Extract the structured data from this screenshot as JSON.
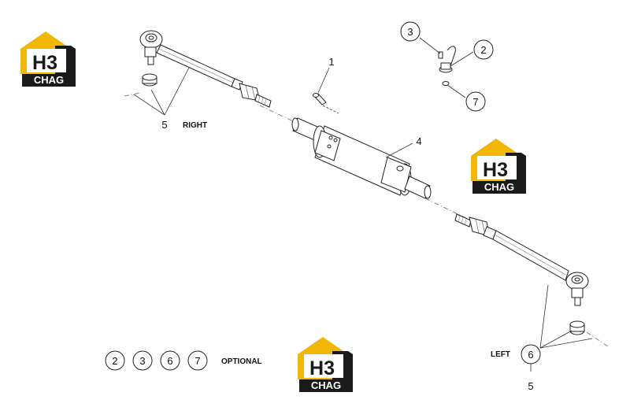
{
  "diagram": {
    "callouts": {
      "pin": "1",
      "fitting": "2",
      "fitting_screw": "3",
      "cylinder": "4",
      "nut_right": "5",
      "nut_left_top": "6",
      "nut_left_bottom": "5",
      "fitting_oring": "7"
    },
    "labels": {
      "right": "RIGHT",
      "left": "LEFT",
      "optional": "OPTIONAL"
    },
    "optional_items": [
      "2",
      "3",
      "6",
      "7"
    ]
  },
  "watermark": {
    "top_line": "H3",
    "bottom_line": "CHAG",
    "colors": {
      "yellow": "#F2B705",
      "black": "#1a1a1a",
      "white": "#ffffff"
    }
  }
}
